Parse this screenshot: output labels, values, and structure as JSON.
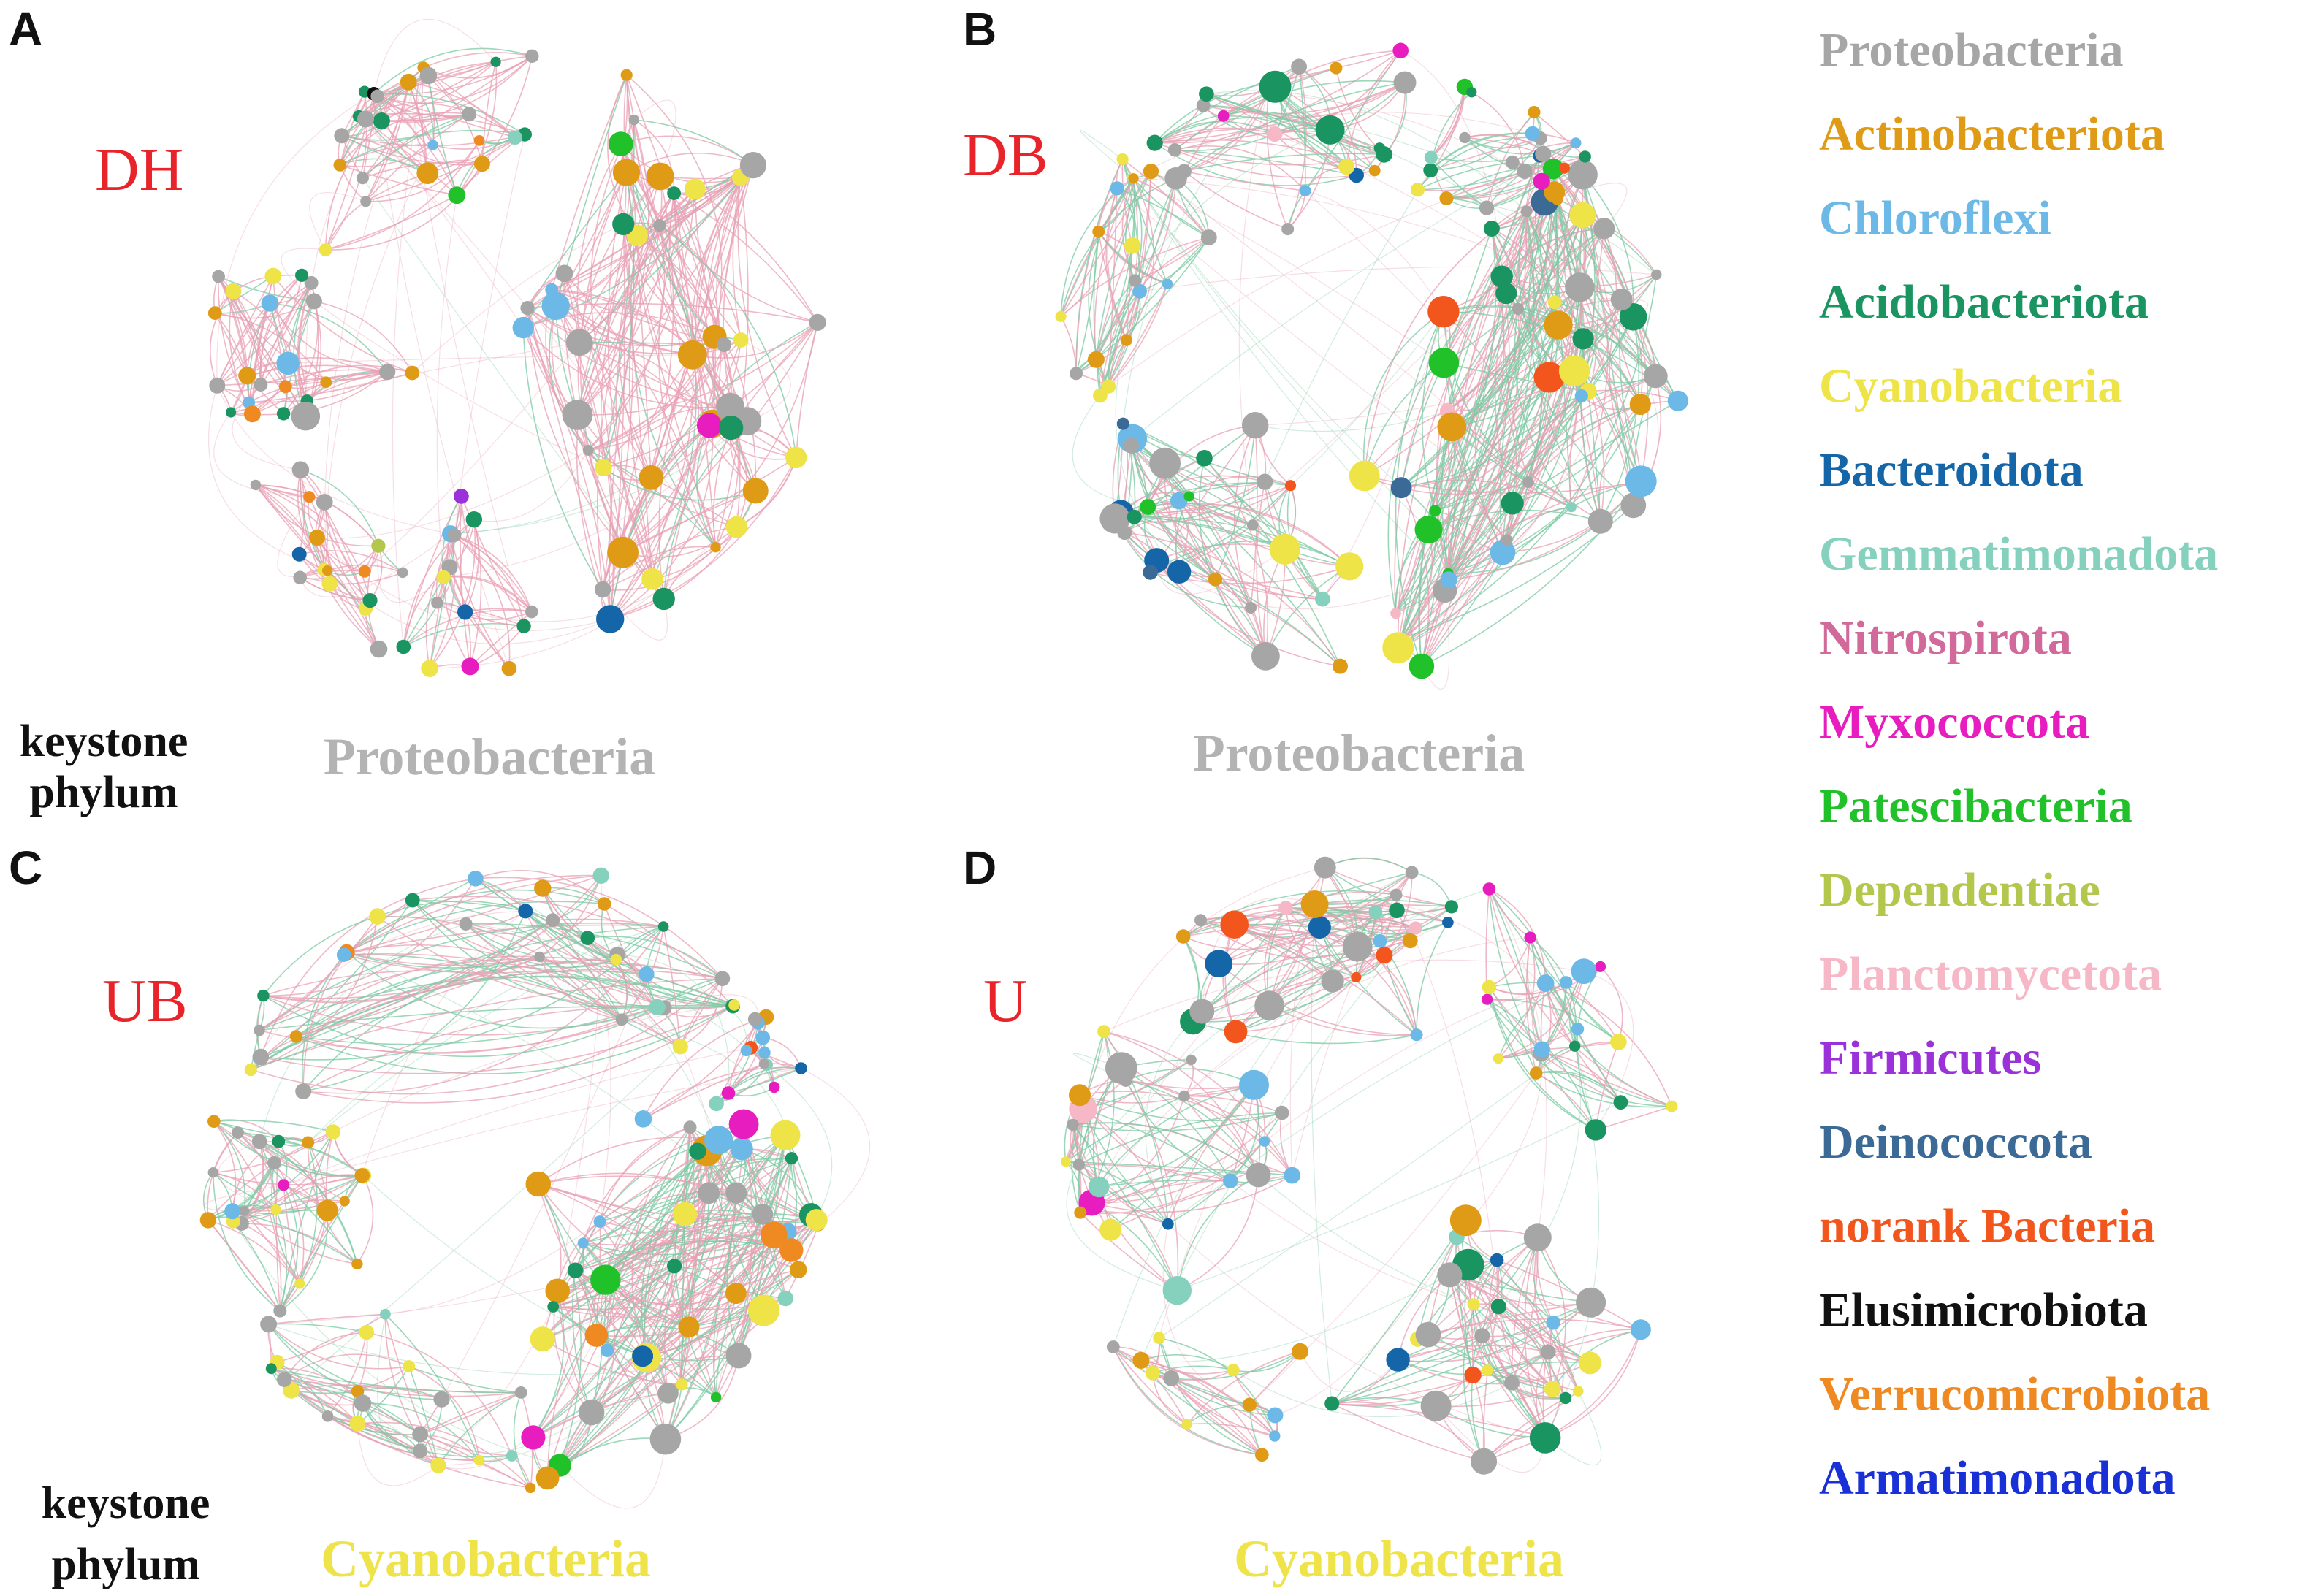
{
  "panels": [
    {
      "letter": "A",
      "sample": "DH",
      "keystone_phylum": "Proteobacteria",
      "keystone_color": "#b3b3b3"
    },
    {
      "letter": "B",
      "sample": "DB",
      "keystone_phylum": "Proteobacteria",
      "keystone_color": "#b3b3b3"
    },
    {
      "letter": "C",
      "sample": "UB",
      "keystone_phylum": "Cyanobacteria",
      "keystone_color": "#efe34a"
    },
    {
      "letter": "D",
      "sample": "U",
      "keystone_phylum": "Cyanobacteria",
      "keystone_color": "#efe34a"
    }
  ],
  "keystone_caption": {
    "line1": "keystone",
    "line2": "phylum"
  },
  "legend": [
    {
      "label": "Proteobacteria",
      "color": "#a6a6a6"
    },
    {
      "label": "Actinobacteriota",
      "color": "#e09b16"
    },
    {
      "label": "Chloroflexi",
      "color": "#6cb8e6"
    },
    {
      "label": "Acidobacteriota",
      "color": "#1a9460"
    },
    {
      "label": "Cyanobacteria",
      "color": "#eee447"
    },
    {
      "label": "Bacteroidota",
      "color": "#1566a8"
    },
    {
      "label": "Gemmatimonadota",
      "color": "#86d1bd"
    },
    {
      "label": "Nitrospirota",
      "color": "#d16a9a"
    },
    {
      "label": "Myxococcota",
      "color": "#e81dbf"
    },
    {
      "label": "Patescibacteria",
      "color": "#21c12a"
    },
    {
      "label": "Dependentiae",
      "color": "#b3c74c"
    },
    {
      "label": "Planctomycetota",
      "color": "#f6b8c6"
    },
    {
      "label": "Firmicutes",
      "color": "#9b31d9"
    },
    {
      "label": "Deinococcota",
      "color": "#3c6a96"
    },
    {
      "label": "norank Bacteria",
      "color": "#f2561d"
    },
    {
      "label": "Elusimicrobiota",
      "color": "#111111"
    },
    {
      "label": "Verrucomicrobiota",
      "color": "#ef8a22"
    },
    {
      "label": "Armatimonadota",
      "color": "#1930d6"
    }
  ],
  "edge_colors": {
    "positive": "#e8a0b4",
    "negative": "#7cc9a3"
  }
}
